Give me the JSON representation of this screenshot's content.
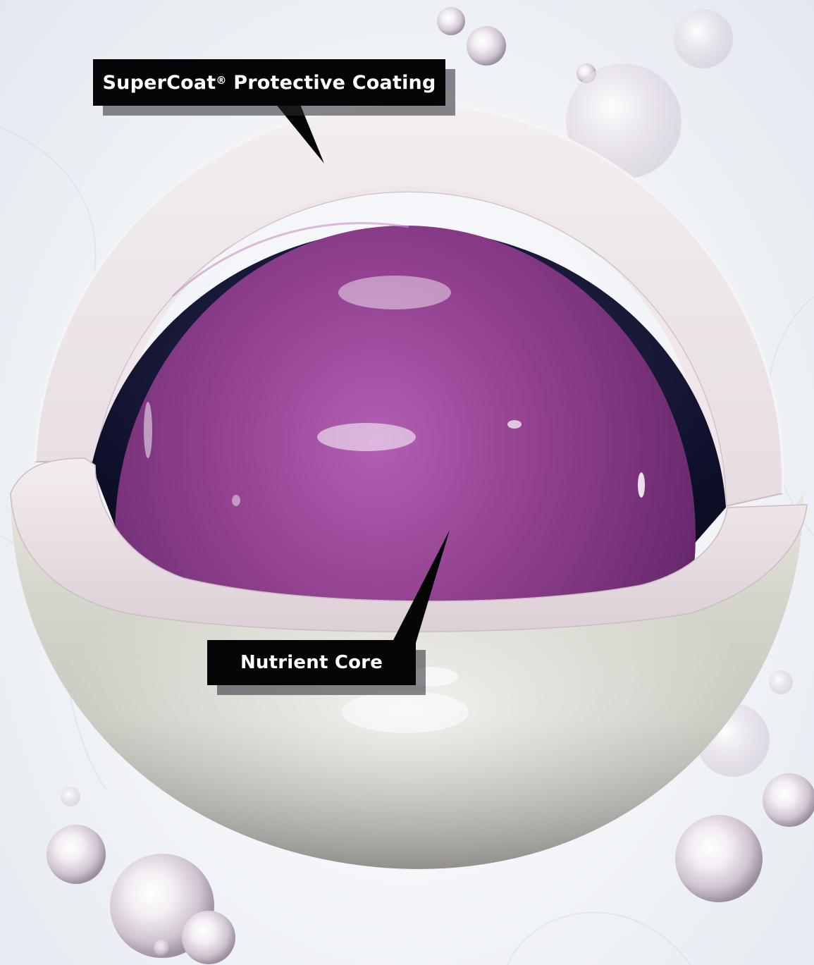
{
  "labels": {
    "coating": {
      "name": "SuperCoat",
      "mark": "®",
      "rest": "Protective Coating"
    },
    "core": "Nutrient Core"
  },
  "colors": {
    "label_background": "#050505",
    "label_text": "#ffffff",
    "core": "#8e3f92",
    "shell": "#eae2e6",
    "inner_gap": "#15163a",
    "background": "#f4f6f9"
  }
}
